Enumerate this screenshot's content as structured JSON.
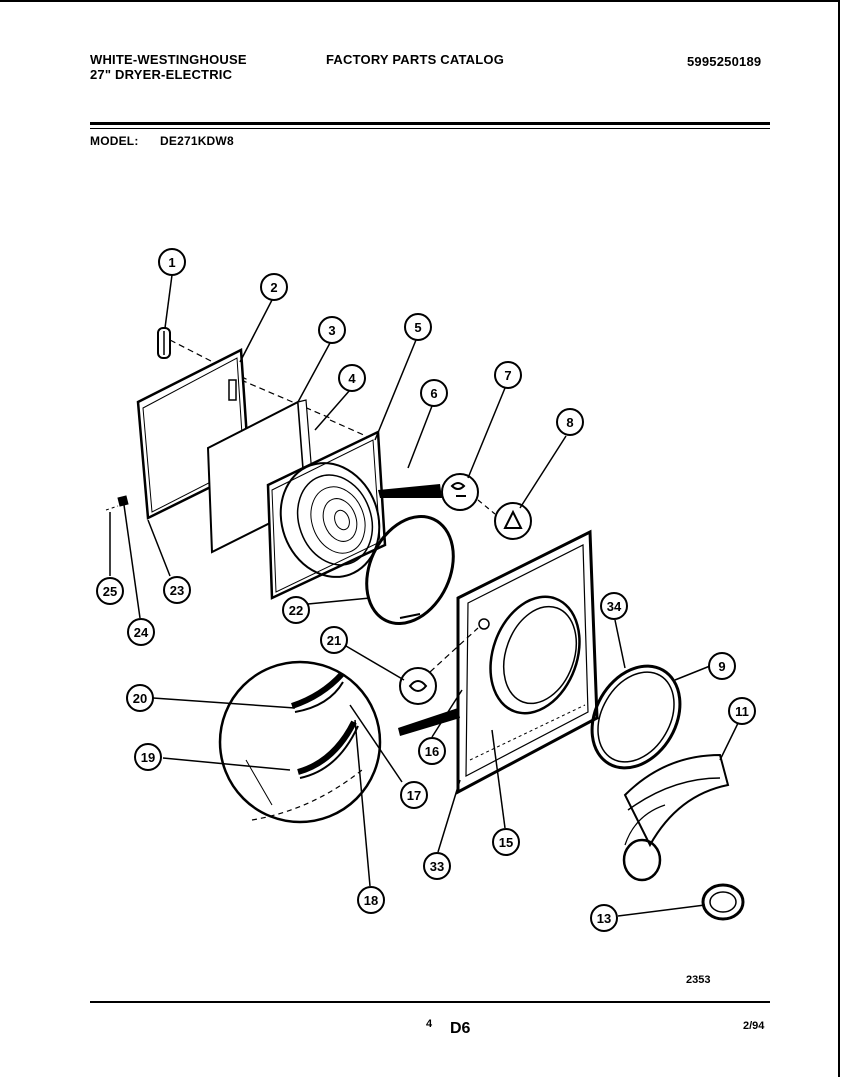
{
  "header": {
    "brand": "WHITE-WESTINGHOUSE",
    "product": "27\" DRYER-ELECTRIC",
    "catalog_title": "FACTORY PARTS CATALOG",
    "catalog_number": "5995250189",
    "model_label": "MODEL:",
    "model_value": "DE271KDW8"
  },
  "callouts": [
    "1",
    "2",
    "3",
    "4",
    "5",
    "6",
    "7",
    "8",
    "25",
    "23",
    "22",
    "24",
    "21",
    "20",
    "19",
    "16",
    "17",
    "18",
    "33",
    "15",
    "34",
    "9",
    "11",
    "13"
  ],
  "footer": {
    "diagram_code": "2353",
    "page_number": "4",
    "section": "D6",
    "date": "2/94"
  }
}
